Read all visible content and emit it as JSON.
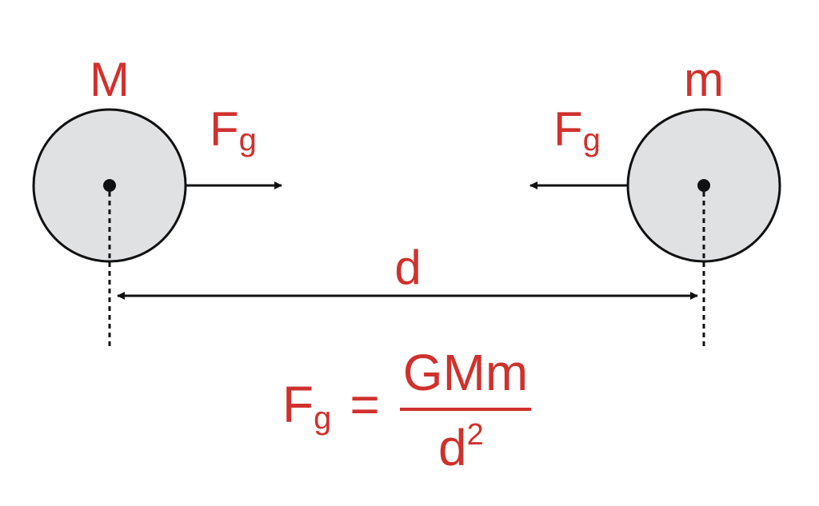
{
  "colors": {
    "label": "#d0312d",
    "mass_fill": "#e0e1e3",
    "stroke": "#111111"
  },
  "masses": {
    "left": {
      "label": "M"
    },
    "right": {
      "label": "m"
    }
  },
  "forces": {
    "left": {
      "symbol": "F",
      "subscript": "g"
    },
    "right": {
      "symbol": "F",
      "subscript": "g"
    }
  },
  "distance": {
    "label": "d"
  },
  "equation": {
    "lhs_symbol": "F",
    "lhs_subscript": "g",
    "equals": "=",
    "numerator": "GMm",
    "denominator_base": "d",
    "denominator_exponent": "2"
  }
}
